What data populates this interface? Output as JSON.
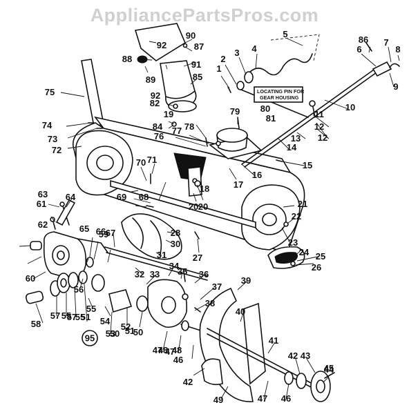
{
  "watermark": "AppliancePartsPros.com",
  "note": [
    "LOCATING PIN FOR",
    "GEAR HOUSING"
  ],
  "badge": "95",
  "callouts": [
    "1",
    "2",
    "3",
    "4",
    "5",
    "6",
    "7",
    "8",
    "9",
    "10",
    "11",
    "12",
    "12",
    "13",
    "14",
    "15",
    "16",
    "17",
    "18",
    "19",
    "20",
    "20",
    "21",
    "22",
    "23",
    "24",
    "25",
    "26",
    "27",
    "28",
    "30",
    "31",
    "32",
    "33",
    "34",
    "35",
    "36",
    "37",
    "38",
    "39",
    "40",
    "41",
    "42",
    "42",
    "43",
    "44",
    "45",
    "46",
    "46",
    "47",
    "47",
    "47",
    "48",
    "48",
    "49",
    "50",
    "50",
    "51",
    "51",
    "52",
    "53",
    "54",
    "55",
    "55",
    "55",
    "56",
    "57",
    "57",
    "58",
    "59",
    "60",
    "61",
    "62",
    "63",
    "64",
    "65",
    "66",
    "67",
    "68",
    "69",
    "70",
    "71",
    "72",
    "73",
    "74",
    "75",
    "76",
    "77",
    "78",
    "79",
    "80",
    "81",
    "82",
    "84",
    "85",
    "86",
    "87",
    "88",
    "89",
    "90",
    "91",
    "92",
    "92"
  ]
}
